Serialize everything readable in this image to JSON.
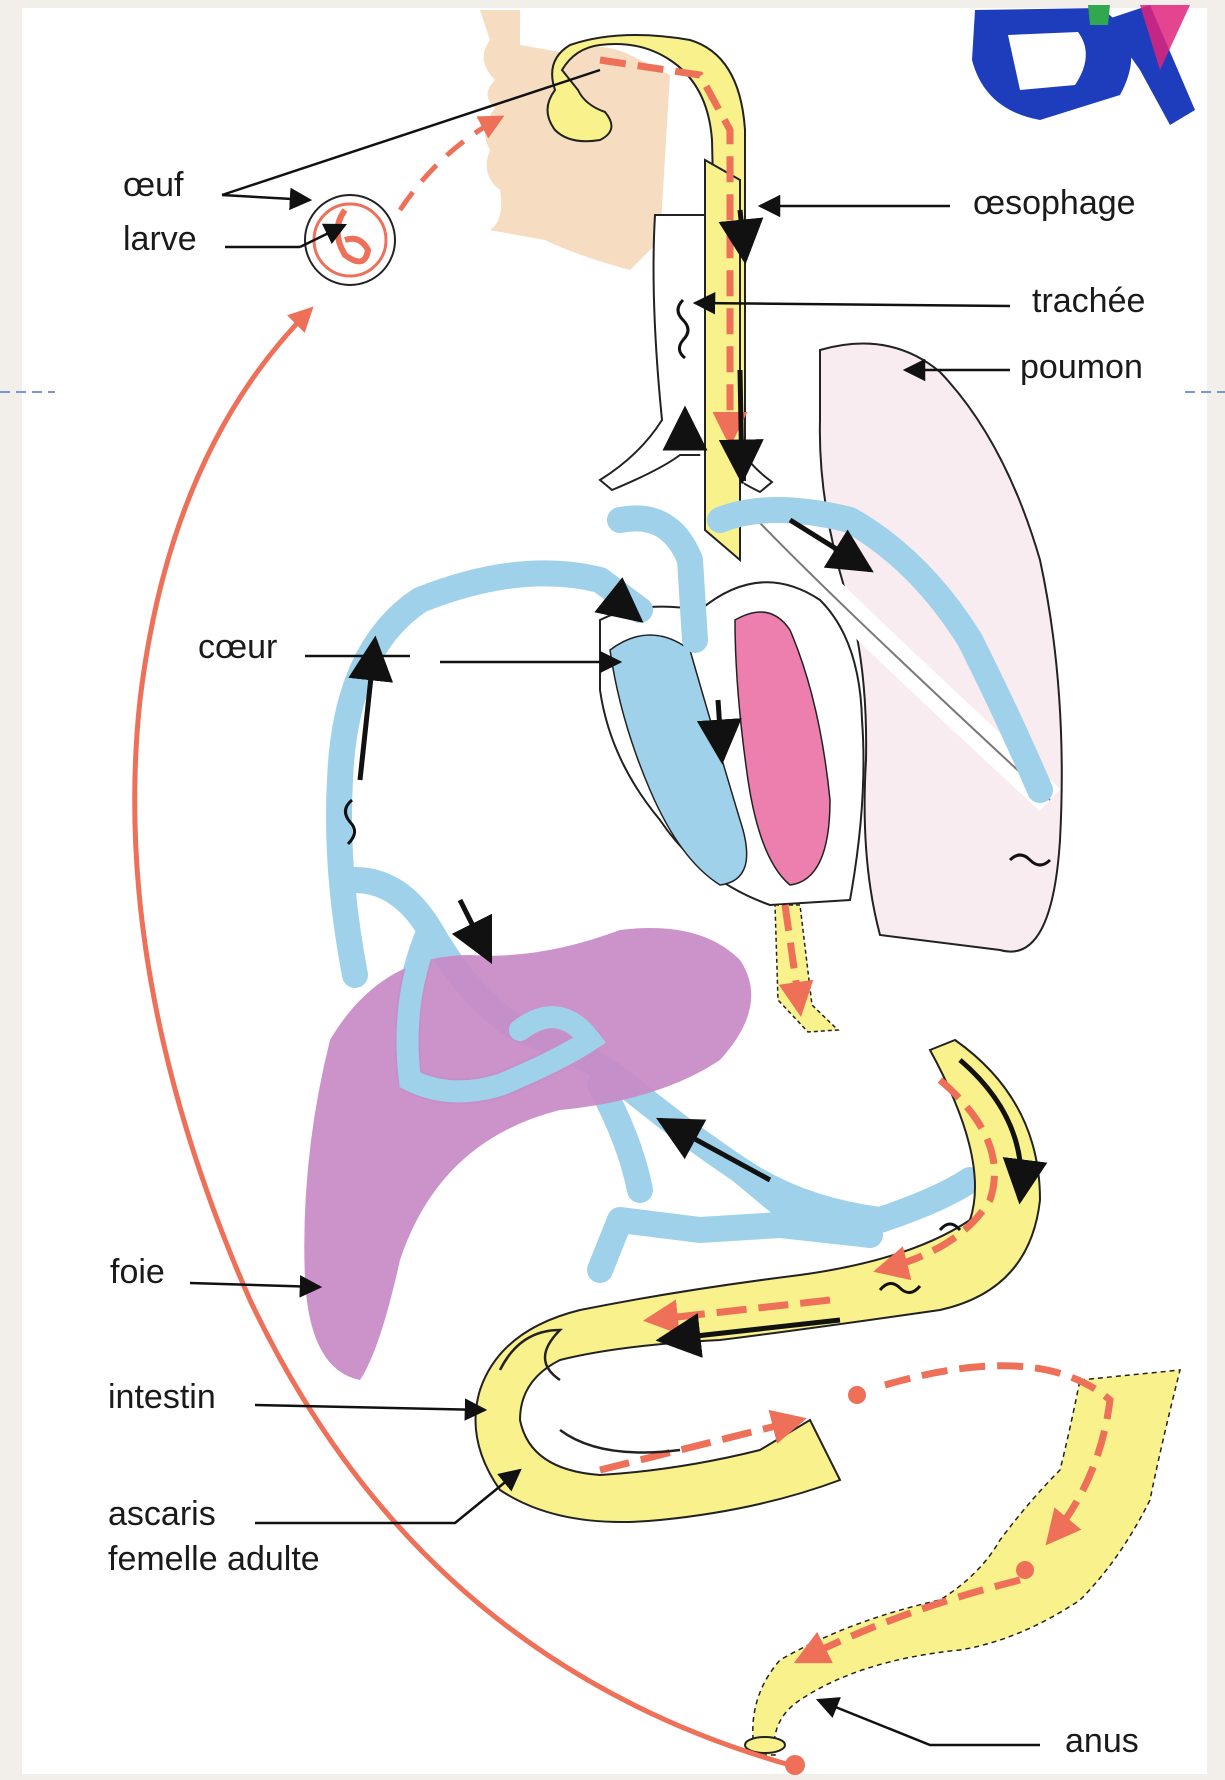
{
  "diagram": {
    "labels": {
      "egg": "œuf",
      "larva": "larve",
      "esophagus": "œsophage",
      "trachea": "trachée",
      "lung": "poumon",
      "heart": "cœur",
      "liver": "foie",
      "intestine": "intestin",
      "ascaris_line1": "ascaris",
      "ascaris_line2": "femelle adulte",
      "anus": "anus"
    },
    "colors": {
      "background": "#f2efea",
      "paper": "#ffffff",
      "digestive_tract": "#f9f18c",
      "head_skin": "#f6dcc0",
      "veins": "#9fd2ea",
      "vein_outline": "#2f6f96",
      "heart": "#ec7fae",
      "liver": "#c88ac6",
      "lung": "#f8ecf1",
      "larva_route": "#ee7058",
      "logo_blue": "#1e3dbd",
      "logo_magenta": "#e0237d"
    }
  }
}
